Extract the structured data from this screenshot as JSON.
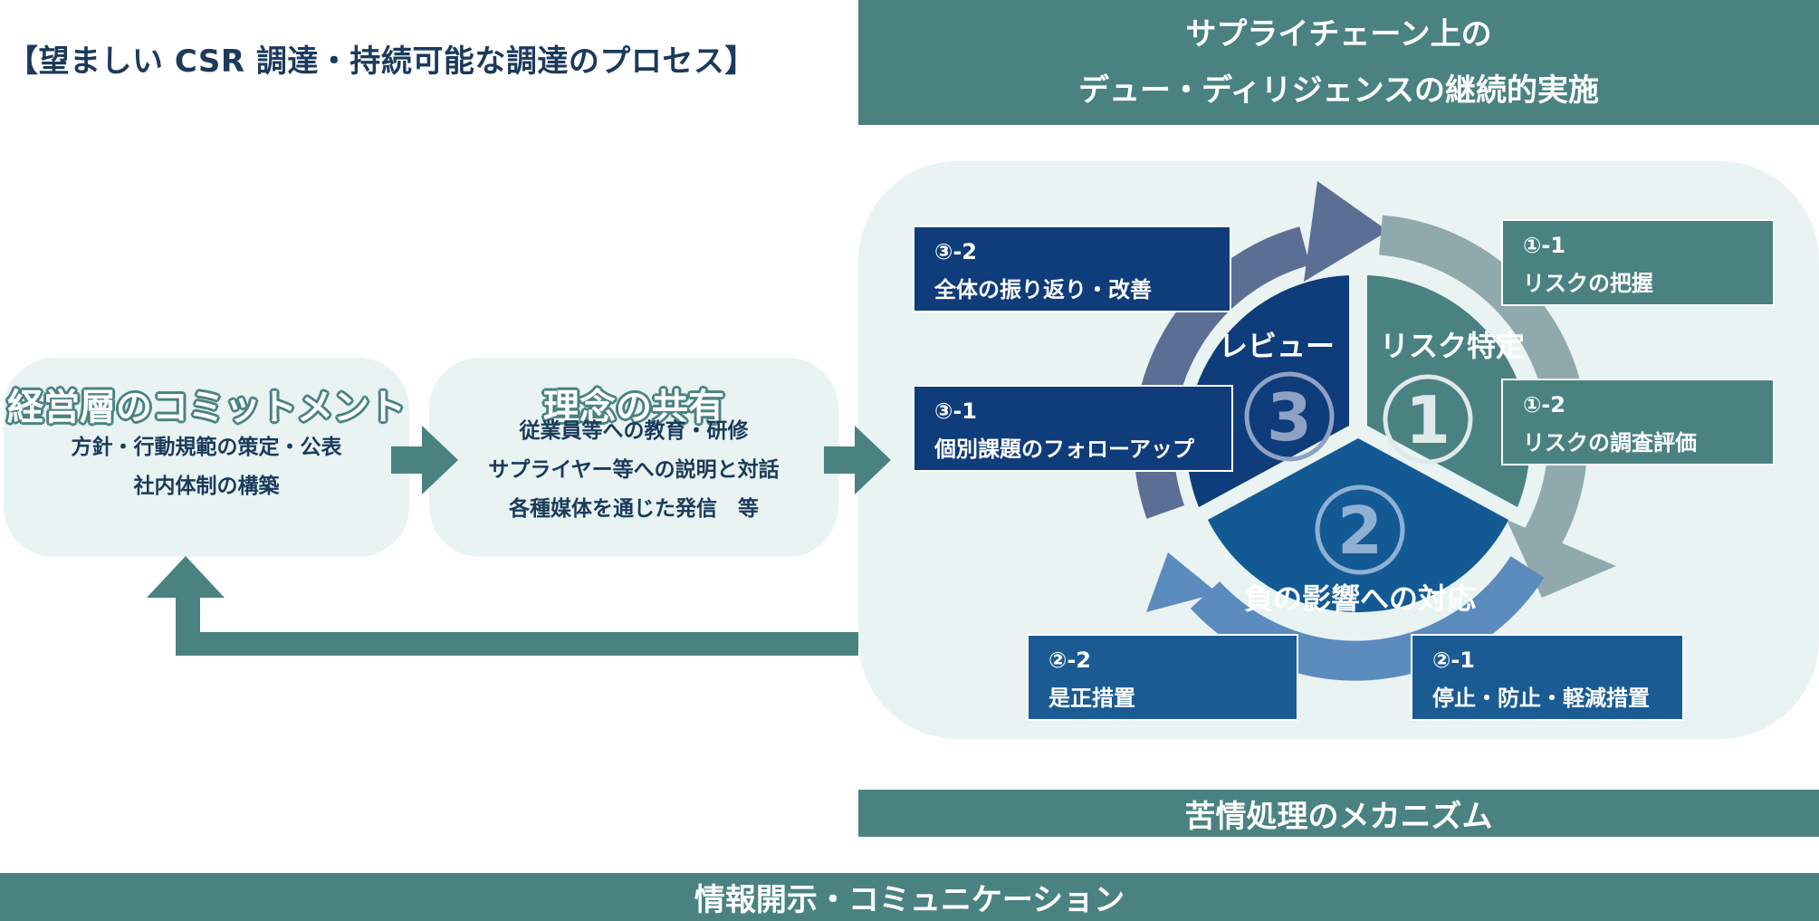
{
  "page_title": "【望ましい CSR 調達・持続可能な調達のプロセス】",
  "banners": {
    "top_line1": "サプライチェーン上の",
    "top_line2": "デュー・ディリジェンスの継続的実施",
    "middle": "苦情処理のメカニズム",
    "bottom": "情報開示・コミュニケーション"
  },
  "commitment": {
    "heading": "経営層のコミットメント",
    "lines": [
      "方針・行動規範の策定・公表",
      "社内体制の構築"
    ]
  },
  "sharing": {
    "heading": "理念の共有",
    "lines": [
      "従業員等への教育・研修",
      "サプライヤー等への説明と対話",
      "各種媒体を通じた発信　等"
    ]
  },
  "cycle": {
    "segments": [
      {
        "number": "1",
        "label": "リスク特定"
      },
      {
        "number": "2",
        "label": "負の影響への対応"
      },
      {
        "number": "3",
        "label": "レビュー"
      }
    ],
    "steps": {
      "s1_1": {
        "code": "①-1",
        "text": "リスクの把握"
      },
      "s1_2": {
        "code": "①-2",
        "text": "リスクの調査評価"
      },
      "s2_1": {
        "code": "②-1",
        "text": "停止・防止・軽減措置"
      },
      "s2_2": {
        "code": "②-2",
        "text": "是正措置"
      },
      "s3_1": {
        "code": "③-1",
        "text": "個別課題のフォローアップ"
      },
      "s3_2": {
        "code": "③-2",
        "text": "全体の振り返り・改善"
      }
    }
  },
  "colors": {
    "teal": "#4a8282",
    "navy": "#0f3c7a",
    "mid_blue": "#1a5b94",
    "pale": "#e8f3f2",
    "text": "#1b3a5c"
  }
}
